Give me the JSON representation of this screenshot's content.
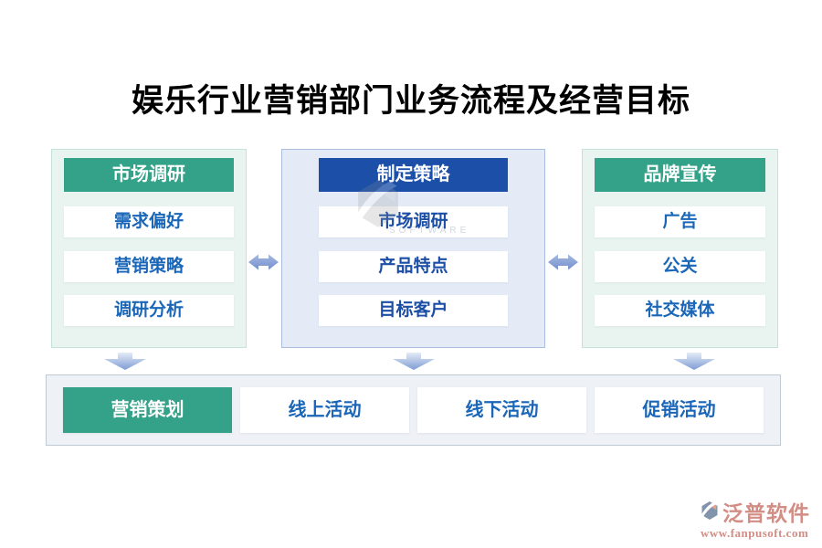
{
  "title": "娱乐行业营销部门业务流程及经营目标",
  "columns": [
    {
      "header": "市场调研",
      "theme": "green",
      "items": [
        "需求偏好",
        "营销策略",
        "调研分析"
      ]
    },
    {
      "header": "制定策略",
      "theme": "blue",
      "items": [
        "市场调研",
        "产品特点",
        "目标客户"
      ]
    },
    {
      "header": "品牌宣传",
      "theme": "green",
      "items": [
        "广告",
        "公关",
        "社交媒体"
      ]
    }
  ],
  "bottom_row": {
    "items": [
      {
        "label": "营销策划",
        "theme": "green"
      },
      {
        "label": "线上活动",
        "theme": "white"
      },
      {
        "label": "线下活动",
        "theme": "white"
      },
      {
        "label": "促销活动",
        "theme": "white"
      }
    ]
  },
  "icons": {
    "swap_arrow": "left-right-double-arrow",
    "down_arrow": "down-arrow",
    "logo": "fanpu-hexagon-logo"
  },
  "watermark": {
    "brand": "泛普软件",
    "url": "www.fanpusoft.com",
    "center_text": "SOFTWARE"
  },
  "colors": {
    "green": "#33a288",
    "blue": "#1b4fa8",
    "mint-bg": "#e9f4f0",
    "mint-border": "#c6e3da",
    "blue-bg": "#e4ebf7",
    "blue-border": "#a9bede",
    "item-blue": "#1a66b8",
    "item-navy": "#1c4ea6",
    "bar-bg": "#eef1f5",
    "bar-border": "#bfcad5",
    "arrow": "#7e9cd4",
    "salmon": "#d28d84"
  }
}
